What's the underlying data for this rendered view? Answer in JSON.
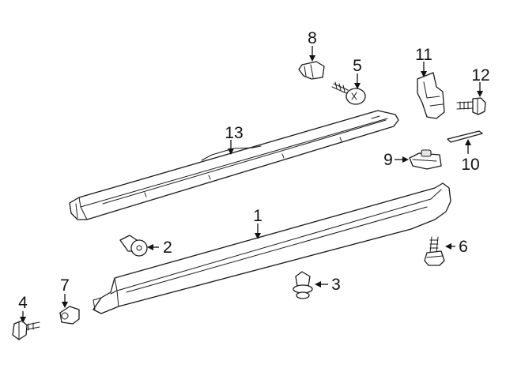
{
  "colors": {
    "line": "#1a1a1a",
    "fill": "#ffffff",
    "shade": "#e6e6e6"
  },
  "callouts": {
    "c1": "1",
    "c2": "2",
    "c3": "3",
    "c4": "4",
    "c5": "5",
    "c6": "6",
    "c7": "7",
    "c8": "8",
    "c9": "9",
    "c10": "10",
    "c11": "11",
    "c12": "12",
    "c13": "13"
  }
}
